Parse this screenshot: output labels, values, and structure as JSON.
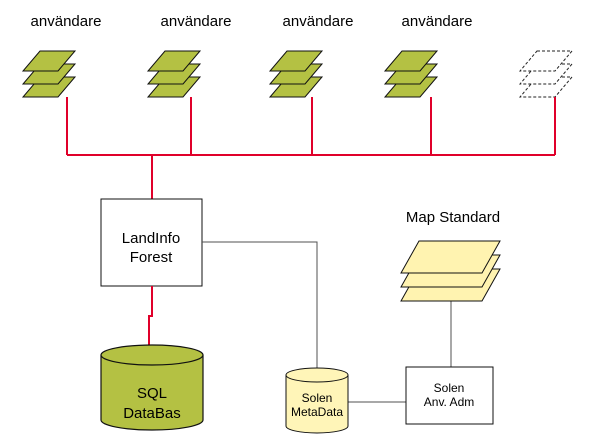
{
  "colors": {
    "user_layer_fill": "#b4c143",
    "connector_red": "#e0002a",
    "database_fill": "#b4c143",
    "map_standard_fill": "#fff3b0",
    "metadata_fill": "#fff5b8",
    "line_gray": "#505050"
  },
  "users": [
    {
      "label": "användare",
      "state": "active"
    },
    {
      "label": "användare",
      "state": "active"
    },
    {
      "label": "användare",
      "state": "active"
    },
    {
      "label": "användare",
      "state": "active"
    },
    {
      "label": "",
      "state": "placeholder"
    }
  ],
  "landinfo": {
    "line1": "LandInfo",
    "line2": "Forest"
  },
  "database": {
    "line1": "SQL",
    "line2": "DataBas"
  },
  "map_standard": {
    "title": "Map Standard"
  },
  "metadata": {
    "line1": "Solen",
    "line2": "MetaData"
  },
  "admin": {
    "line1": "Solen",
    "line2": "Anv. Adm"
  }
}
